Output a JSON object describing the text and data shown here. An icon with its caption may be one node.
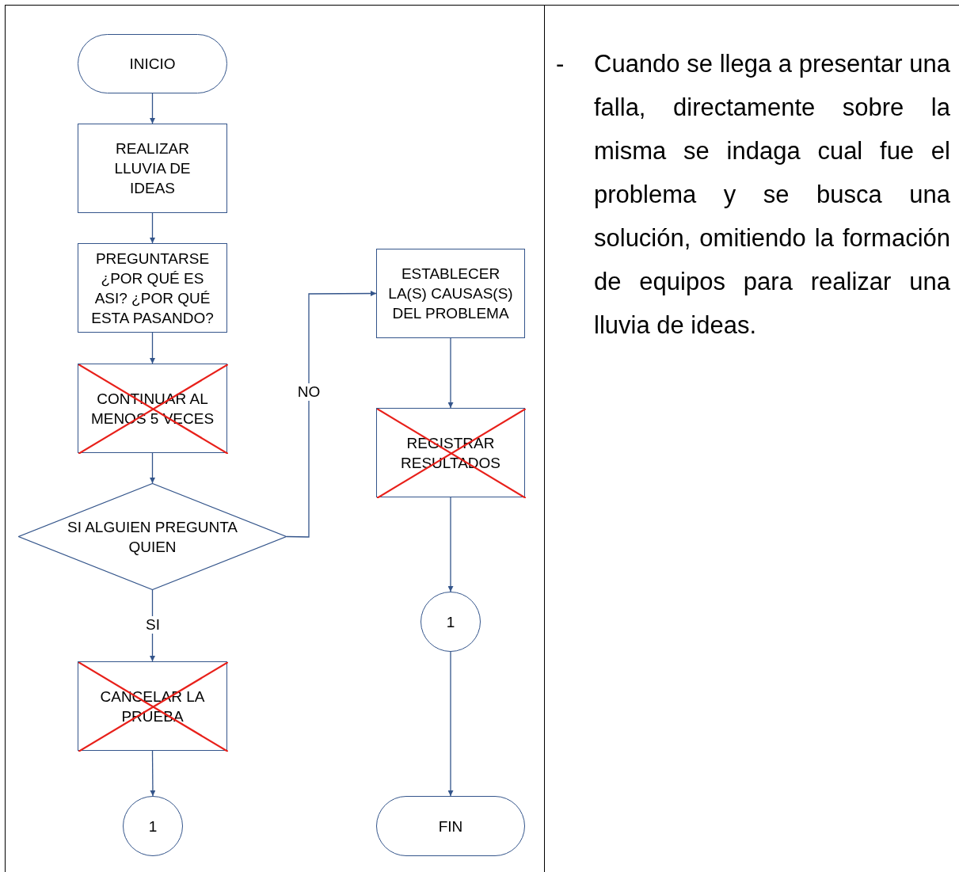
{
  "diagram": {
    "nodes": [
      {
        "text": [
          "INICIO"
        ]
      },
      {
        "text": [
          "REALIZAR LLUVIA DE IDEAS"
        ]
      },
      {
        "text": [
          "PREGUNTARSE ¿POR QUÉ ES ASI? ¿POR QUÉ ESTA PASANDO?"
        ]
      },
      {
        "text": [
          "CONTINUAR AL MENOS 5 VECES"
        ]
      },
      {
        "text": [
          "SI ALGUIEN PREGUNTA QUIEN"
        ]
      },
      {
        "text": [
          "CANCELAR LA PRUEBA"
        ]
      },
      {
        "text": [
          "1"
        ]
      },
      {
        "text": [
          "ESTABLECER LA(S) CAUSAS(S) DEL PROBLEMA"
        ]
      },
      {
        "text": [
          "REGISTRAR RESULTADOS"
        ]
      },
      {
        "text": [
          "1"
        ]
      },
      {
        "text": [
          "FIN"
        ]
      }
    ],
    "edges": [
      {
        "from": 0,
        "to": 1,
        "arrow": "to"
      },
      {
        "from": 1,
        "to": 2,
        "arrow": "to"
      },
      {
        "from": 2,
        "to": 3,
        "arrow": "to"
      },
      {
        "from": 3,
        "to": 4,
        "arrow": "to"
      },
      {
        "from": 4,
        "to": 5,
        "arrow": "to",
        "label": "SI"
      },
      {
        "from": 4,
        "to": 7,
        "arrow": "to",
        "label": "NO"
      },
      {
        "from": 5,
        "to": 6,
        "arrow": "to"
      },
      {
        "from": 7,
        "to": 8,
        "arrow": "to"
      },
      {
        "from": 8,
        "to": 9,
        "arrow": "to"
      },
      {
        "from": 9,
        "to": 10,
        "arrow": "to"
      }
    ],
    "labels": [
      "-",
      "Cuando se llega a presentar una falla, directamente sobre la misma se indaga cual fue el problema y se busca una solución, omitiendo la formación de equipos para realizar una lluvia de ideas."
    ]
  }
}
